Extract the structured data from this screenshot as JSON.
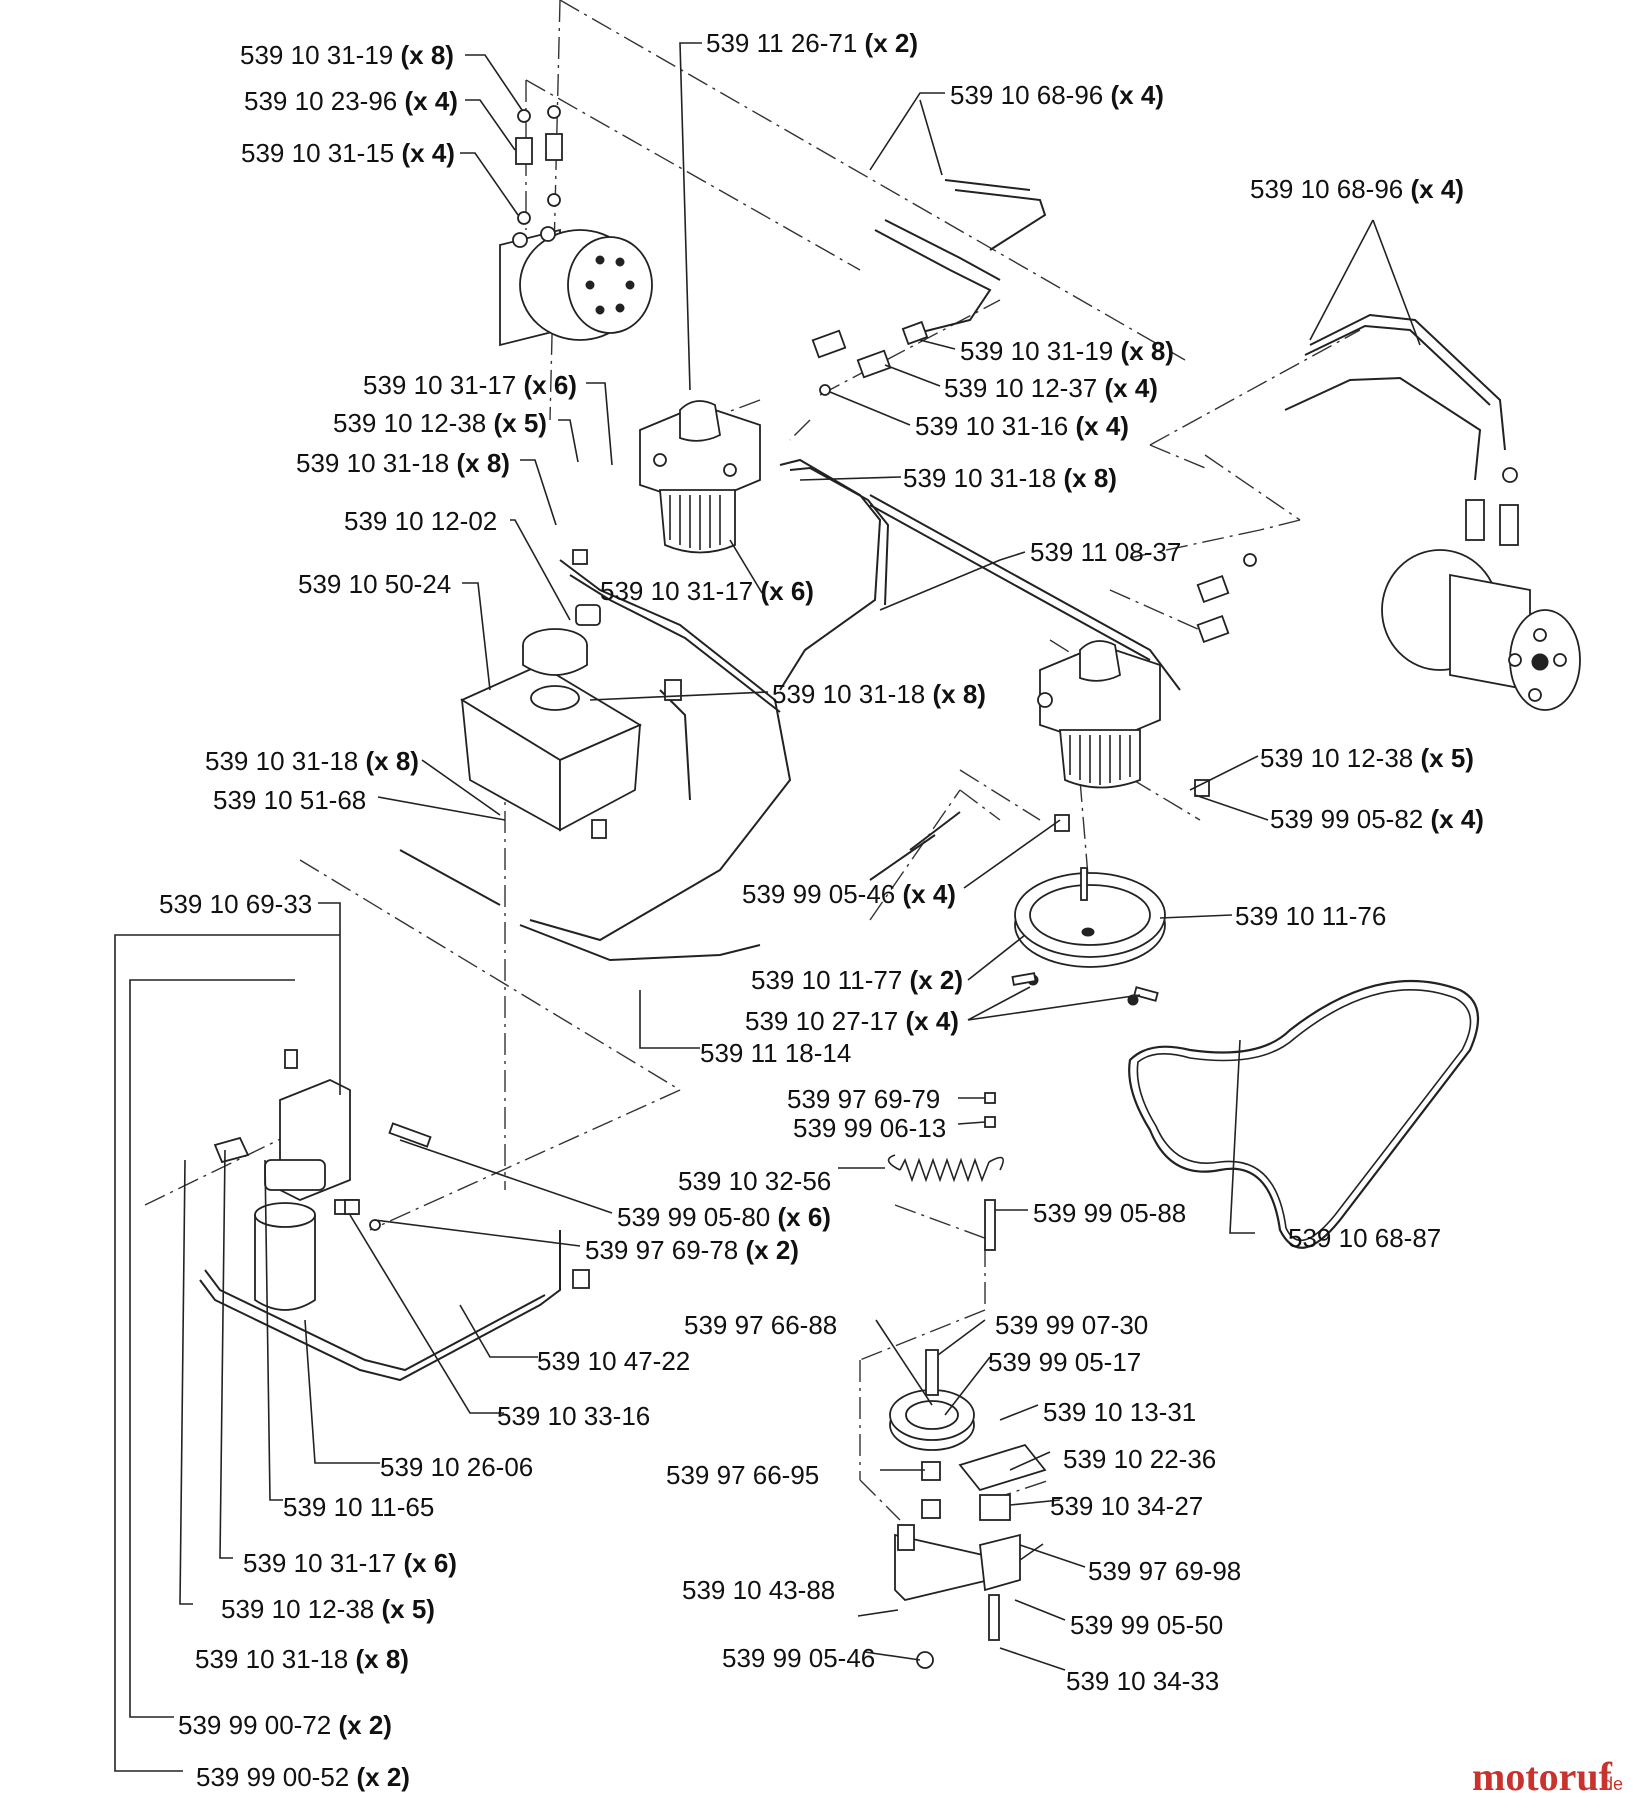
{
  "labels": [
    {
      "id": "l01",
      "num": "539 10 31-19",
      "qty": "(x 8)"
    },
    {
      "id": "l02",
      "num": "539 10 23-96",
      "qty": "(x 4)"
    },
    {
      "id": "l03",
      "num": "539 10 31-15",
      "qty": "(x 4)"
    },
    {
      "id": "l04",
      "num": "539 11 26-71",
      "qty": "(x 2)"
    },
    {
      "id": "l05",
      "num": "539 10 68-96",
      "qty": "(x 4)"
    },
    {
      "id": "l06",
      "num": "539 10 68-96",
      "qty": "(x 4)"
    },
    {
      "id": "l07",
      "num": "539 10 31-19",
      "qty": "(x 8)"
    },
    {
      "id": "l08",
      "num": "539 10 12-37",
      "qty": "(x 4)"
    },
    {
      "id": "l09",
      "num": "539 10 31-16",
      "qty": "(x 4)"
    },
    {
      "id": "l10",
      "num": "539 10 31-17",
      "qty": "(x 6)"
    },
    {
      "id": "l11",
      "num": "539 10 12-38",
      "qty": "(x 5)"
    },
    {
      "id": "l12",
      "num": "539 10 31-18",
      "qty": "(x 8)"
    },
    {
      "id": "l13",
      "num": "539 10 31-18",
      "qty": "(x 8)"
    },
    {
      "id": "l14",
      "num": "539 10 12-02",
      "qty": ""
    },
    {
      "id": "l15",
      "num": "539 11 08-37",
      "qty": ""
    },
    {
      "id": "l16",
      "num": "539 10 50-24",
      "qty": ""
    },
    {
      "id": "l17",
      "num": "539 10 31-17",
      "qty": "(x 6)"
    },
    {
      "id": "l18",
      "num": "539 10 31-18",
      "qty": "(x 8)"
    },
    {
      "id": "l19",
      "num": "539 10 31-18",
      "qty": "(x 8)"
    },
    {
      "id": "l20",
      "num": "539 10 12-38",
      "qty": "(x 5)"
    },
    {
      "id": "l21",
      "num": "539 10 51-68",
      "qty": ""
    },
    {
      "id": "l22",
      "num": "539 99 05-82",
      "qty": "(x 4)"
    },
    {
      "id": "l23",
      "num": "539 99 05-46",
      "qty": "(x 4)"
    },
    {
      "id": "l24",
      "num": "539 10 69-33",
      "qty": ""
    },
    {
      "id": "l25",
      "num": "539 10 11-76",
      "qty": ""
    },
    {
      "id": "l26",
      "num": "539 10 11-77",
      "qty": "(x 2)"
    },
    {
      "id": "l27",
      "num": "539 10 27-17",
      "qty": "(x 4)"
    },
    {
      "id": "l28",
      "num": "539 11 18-14",
      "qty": ""
    },
    {
      "id": "l29",
      "num": "539 97 69-79",
      "qty": ""
    },
    {
      "id": "l30",
      "num": "539 99 06-13",
      "qty": ""
    },
    {
      "id": "l31",
      "num": "539 10 32-56",
      "qty": ""
    },
    {
      "id": "l32",
      "num": "539 99 05-80",
      "qty": "(x 6)"
    },
    {
      "id": "l33",
      "num": "539 99 05-88",
      "qty": ""
    },
    {
      "id": "l34",
      "num": "539 97 69-78",
      "qty": "(x 2)"
    },
    {
      "id": "l35",
      "num": "539 10 68-87",
      "qty": ""
    },
    {
      "id": "l36",
      "num": "539 97 66-88",
      "qty": ""
    },
    {
      "id": "l37",
      "num": "539 99 07-30",
      "qty": ""
    },
    {
      "id": "l38",
      "num": "539 10 47-22",
      "qty": ""
    },
    {
      "id": "l39",
      "num": "539 99 05-17",
      "qty": ""
    },
    {
      "id": "l40",
      "num": "539 10 33-16",
      "qty": ""
    },
    {
      "id": "l41",
      "num": "539 10 13-31",
      "qty": ""
    },
    {
      "id": "l42",
      "num": "539 10 22-36",
      "qty": ""
    },
    {
      "id": "l43",
      "num": "539 10 26-06",
      "qty": ""
    },
    {
      "id": "l44",
      "num": "539 97 66-95",
      "qty": ""
    },
    {
      "id": "l45",
      "num": "539 10 11-65",
      "qty": ""
    },
    {
      "id": "l46",
      "num": "539 10 34-27",
      "qty": ""
    },
    {
      "id": "l47",
      "num": "539 10 31-17",
      "qty": "(x 6)"
    },
    {
      "id": "l48",
      "num": "539 97 69-98",
      "qty": ""
    },
    {
      "id": "l49",
      "num": "539 10 43-88",
      "qty": ""
    },
    {
      "id": "l50",
      "num": "539 10 12-38",
      "qty": "(x 5)"
    },
    {
      "id": "l51",
      "num": "539 99 05-50",
      "qty": ""
    },
    {
      "id": "l52",
      "num": "539 99 05-46",
      "qty": ""
    },
    {
      "id": "l53",
      "num": "539 10 31-18",
      "qty": "(x 8)"
    },
    {
      "id": "l54",
      "num": "539 10 34-33",
      "qty": ""
    },
    {
      "id": "l55",
      "num": "539 99 00-72",
      "qty": "(x 2)"
    },
    {
      "id": "l56",
      "num": "539 99 00-52",
      "qty": "(x 2)"
    }
  ],
  "watermark": {
    "brand": "motoruf",
    "tld": ".de"
  },
  "colors": {
    "ink": "#111111",
    "watermark": "#c9332e"
  }
}
